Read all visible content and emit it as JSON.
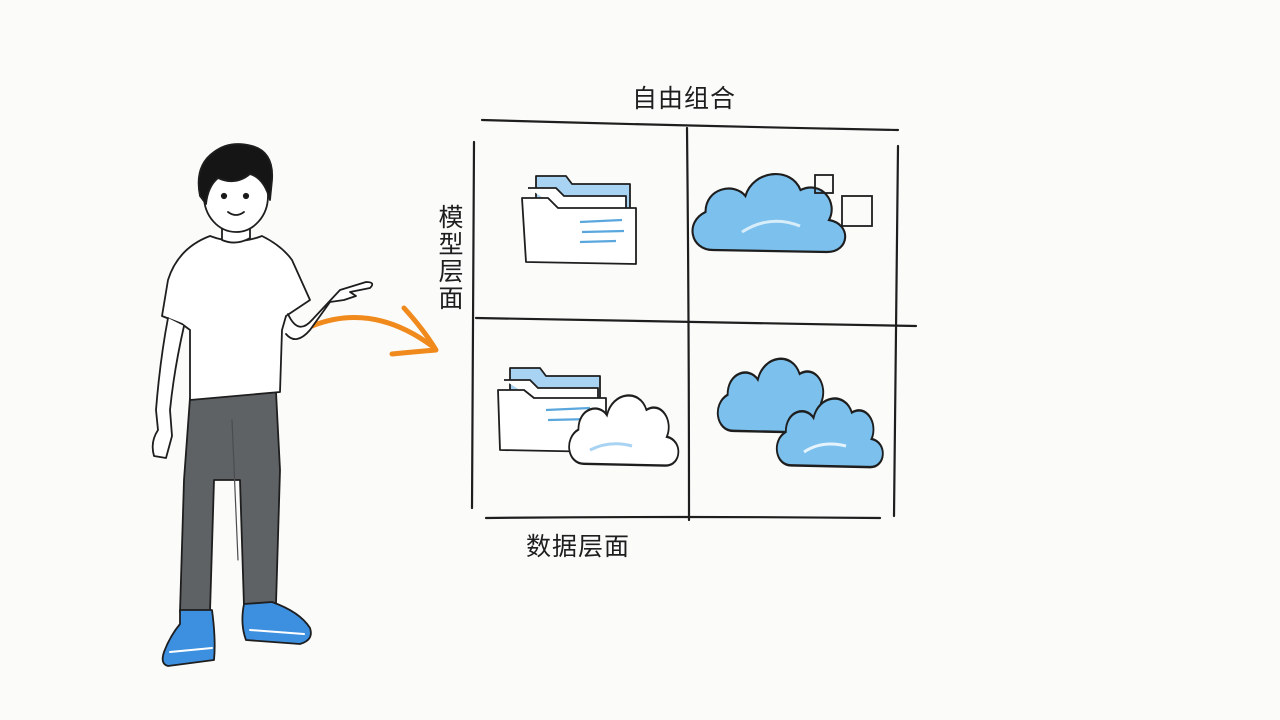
{
  "labels": {
    "top": "自由组合",
    "side": "模型层面",
    "bottom": "数据层面"
  },
  "colors": {
    "ink": "#1e1e1e",
    "cloud_blue": "#7cc1ee",
    "folder_blue": "#a9d3f2",
    "arrow_orange": "#f08a1c",
    "pants_gray": "#5f6265",
    "shoe_blue": "#3d8fe0"
  },
  "icons": {
    "cell_top_left": "folder-icon",
    "cell_top_right": "cloud-icon",
    "cell_bottom_left": "folder-cloud-icon",
    "cell_bottom_right": "double-cloud-icon"
  }
}
